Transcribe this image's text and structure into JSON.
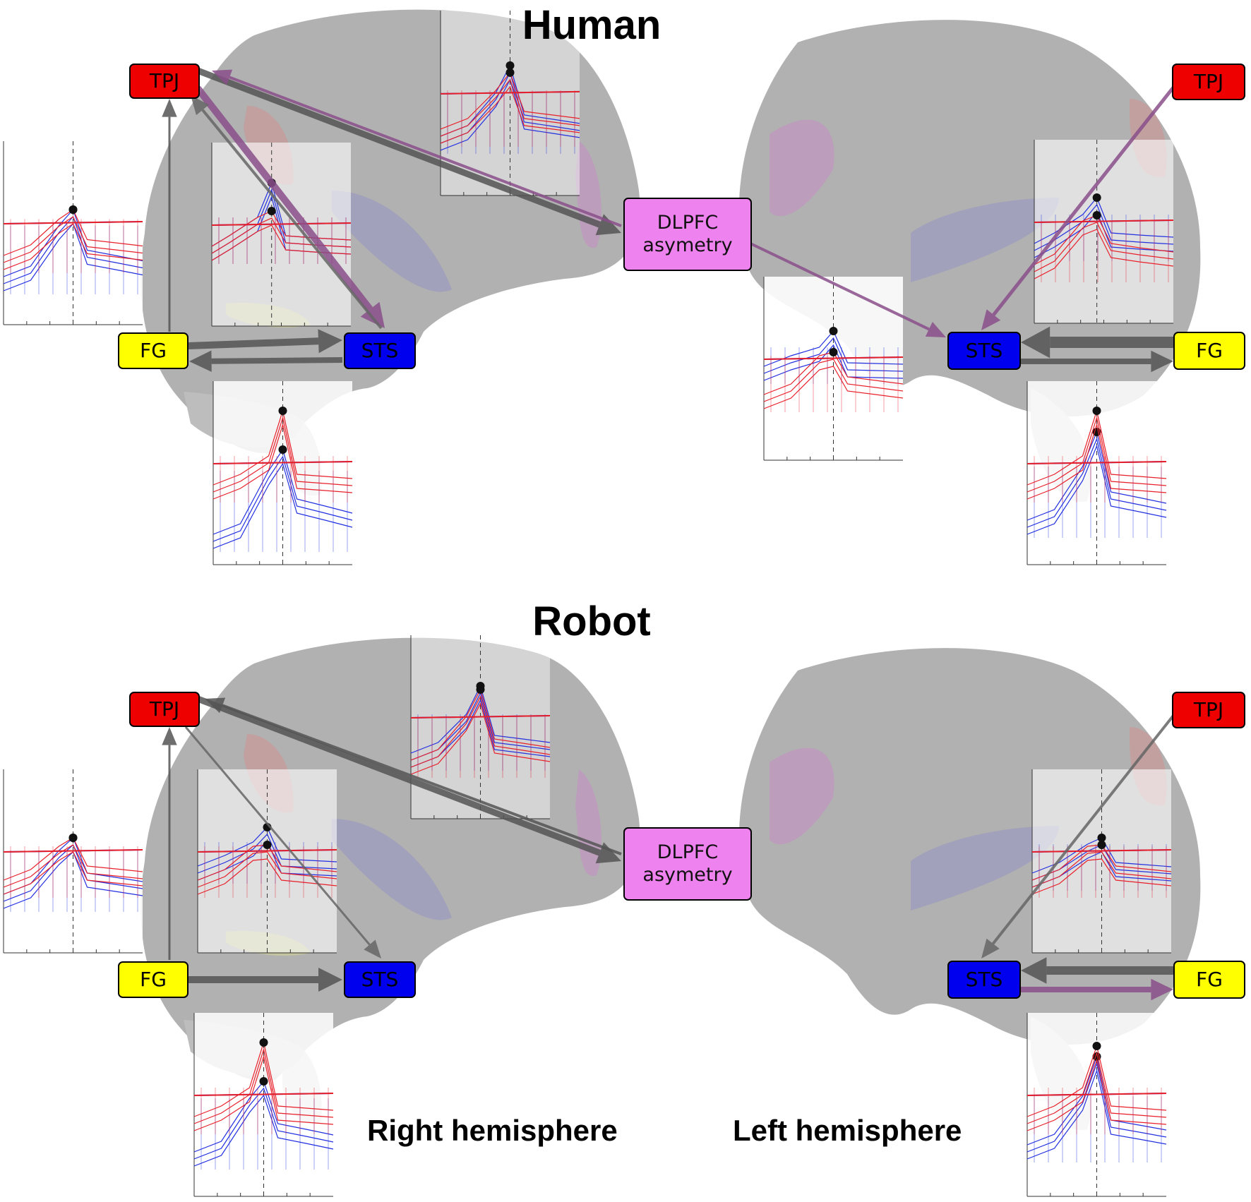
{
  "panels": [
    {
      "id": "human",
      "title": "Human",
      "right": {
        "tpj": "TPJ",
        "sts": "STS",
        "fg": "FG",
        "connections": [
          {
            "from": "tpj",
            "to": "dlpfc",
            "color": "#555555"
          },
          {
            "from": "dlpfc",
            "to": "tpj",
            "color": "#8a4f8a"
          },
          {
            "from": "tpj",
            "to": "sts",
            "color": "#8a4f8a"
          },
          {
            "from": "sts",
            "to": "tpj",
            "color": "#666666"
          },
          {
            "from": "fg",
            "to": "tpj",
            "color": "#555555"
          },
          {
            "from": "fg",
            "to": "sts",
            "color": "#555555"
          },
          {
            "from": "sts",
            "to": "fg",
            "color": "#555555"
          }
        ]
      },
      "dlpfc": {
        "line1": "DLPFC",
        "line2": "asymetry"
      },
      "left": {
        "tpj": "TPJ",
        "sts": "STS",
        "fg": "FG",
        "connections": [
          {
            "from": "tpj",
            "to": "sts",
            "color": "#8a4f8a"
          },
          {
            "from": "dlpfc",
            "to": "sts",
            "color": "#8a4f8a"
          },
          {
            "from": "fg",
            "to": "sts",
            "color": "#8a4f8a"
          },
          {
            "from": "sts",
            "to": "fg",
            "color": "#555555"
          }
        ]
      }
    },
    {
      "id": "robot",
      "title": "Robot",
      "right": {
        "tpj": "TPJ",
        "sts": "STS",
        "fg": "FG",
        "connections": [
          {
            "from": "tpj",
            "to": "dlpfc",
            "color": "#555555"
          },
          {
            "from": "dlpfc",
            "to": "tpj",
            "color": "#555555"
          },
          {
            "from": "tpj",
            "to": "sts",
            "color": "#666666"
          },
          {
            "from": "fg",
            "to": "tpj",
            "color": "#555555"
          },
          {
            "from": "fg",
            "to": "sts",
            "color": "#555555"
          }
        ]
      },
      "dlpfc": {
        "line1": "DLPFC",
        "line2": "asymetry"
      },
      "left": {
        "tpj": "TPJ",
        "sts": "STS",
        "fg": "FG",
        "connections": [
          {
            "from": "tpj",
            "to": "sts",
            "color": "#555555"
          },
          {
            "from": "fg",
            "to": "sts",
            "color": "#8a4f8a"
          },
          {
            "from": "sts",
            "to": "fg",
            "color": "#8a4f8a"
          }
        ]
      }
    }
  ],
  "hemisphere_labels": {
    "right": "Right hemisphere",
    "left": "Left hemisphere"
  },
  "colors": {
    "tpj": "#ee0000",
    "sts": "#0000ee",
    "fg": "#ffff00",
    "dlpfc": "#ee82ee",
    "condition_red": "#e8202a",
    "condition_blue": "#2230e0",
    "path_gray": "#555555",
    "path_purple": "#8a4f8a",
    "brain": "#a9a9a9"
  }
}
